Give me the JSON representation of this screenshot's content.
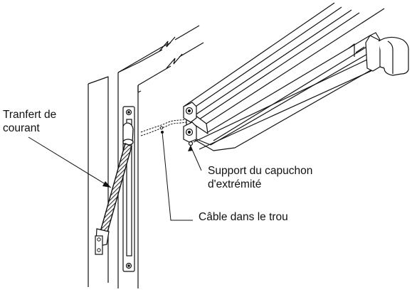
{
  "labels": {
    "transfer_line1": "Tranfert de",
    "transfer_line2": "courant",
    "support_line1": "Support du capuchon",
    "support_line2": "d'extrémité",
    "cable": "Câble dans le trou"
  },
  "colors": {
    "stroke": "#111111",
    "hatch": "#555555",
    "background": "#ffffff"
  },
  "icons": {
    "break_marks": "zigzag-break-symbol"
  }
}
